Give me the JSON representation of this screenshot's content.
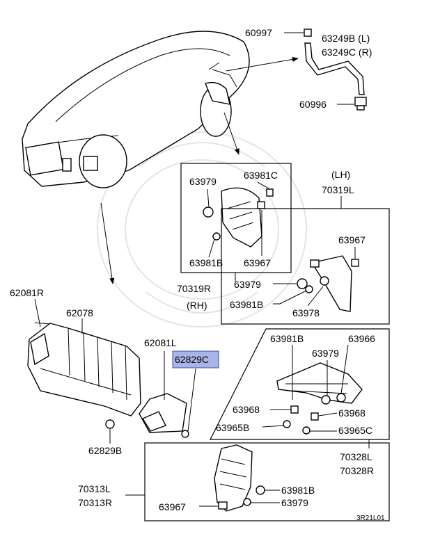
{
  "labels": {
    "p60997": "60997",
    "p63249B": "63249B (L)",
    "p63249C": "63249C (R)",
    "p60996": "60996",
    "p63979_a": "63979",
    "p63981C": "63981C",
    "p63981B_a": "63981B",
    "p63967_a": "63967",
    "p70319R": "70319R",
    "rh": "(RH)",
    "lh": "(LH)",
    "p70319L": "70319L",
    "p63967_b": "63967",
    "p63979_b": "63979",
    "p63981B_b": "63981B",
    "p63978": "63978",
    "p62081R": "62081R",
    "p62078": "62078",
    "p62081L": "62081L",
    "p62829C": "62829C",
    "p62829B": "62829B",
    "p63981B_c": "63981B",
    "p63966": "63966",
    "p63979_c": "63979",
    "p63968_a": "63968",
    "p63968_b": "63968",
    "p63965B": "63965B",
    "p63965C": "63965C",
    "p70328L": "70328L",
    "p70328R": "70328R",
    "p70313L": "70313L",
    "p70313R": "70313R",
    "p63967_c": "63967",
    "p63981B_d": "63981B",
    "p63979_d": "63979",
    "code": "3R21L01"
  },
  "colors": {
    "highlight": "#aab4e6",
    "line": "#000000"
  },
  "highlighted_part": "62829C"
}
